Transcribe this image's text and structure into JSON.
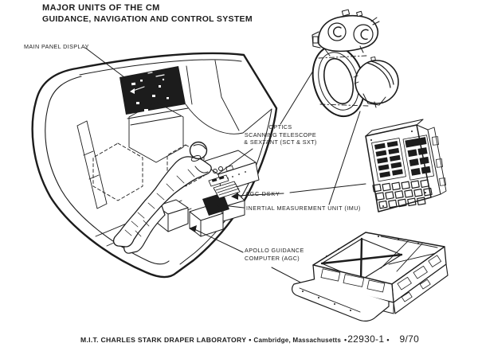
{
  "title": {
    "line1": "MAJOR UNITS OF THE CM",
    "line2": "GUIDANCE, NAVIGATION AND CONTROL SYSTEM"
  },
  "labels": {
    "main_panel_display": "MAIN PANEL DISPLAY",
    "optics_line1": "OPTICS",
    "optics_line2": "SCANNING TELESCOPE",
    "optics_line3": "& SEXTANT (SCT & SXT)",
    "agc_dsky": "AGC DSKY",
    "imu": "INERTIAL MEASUREMENT UNIT (IMU)",
    "agc_line1": "APOLLO GUIDANCE",
    "agc_line2": "COMPUTER (AGC)"
  },
  "footer": {
    "lab": "M.I.T. CHARLES STARK DRAPER LABORATORY",
    "separator": "•",
    "location": "Cambridge, Massachusetts",
    "doc_number": "22930-1",
    "date": "9/70"
  },
  "colors": {
    "ink": "#1c1c1c",
    "paper": "#ffffff"
  }
}
